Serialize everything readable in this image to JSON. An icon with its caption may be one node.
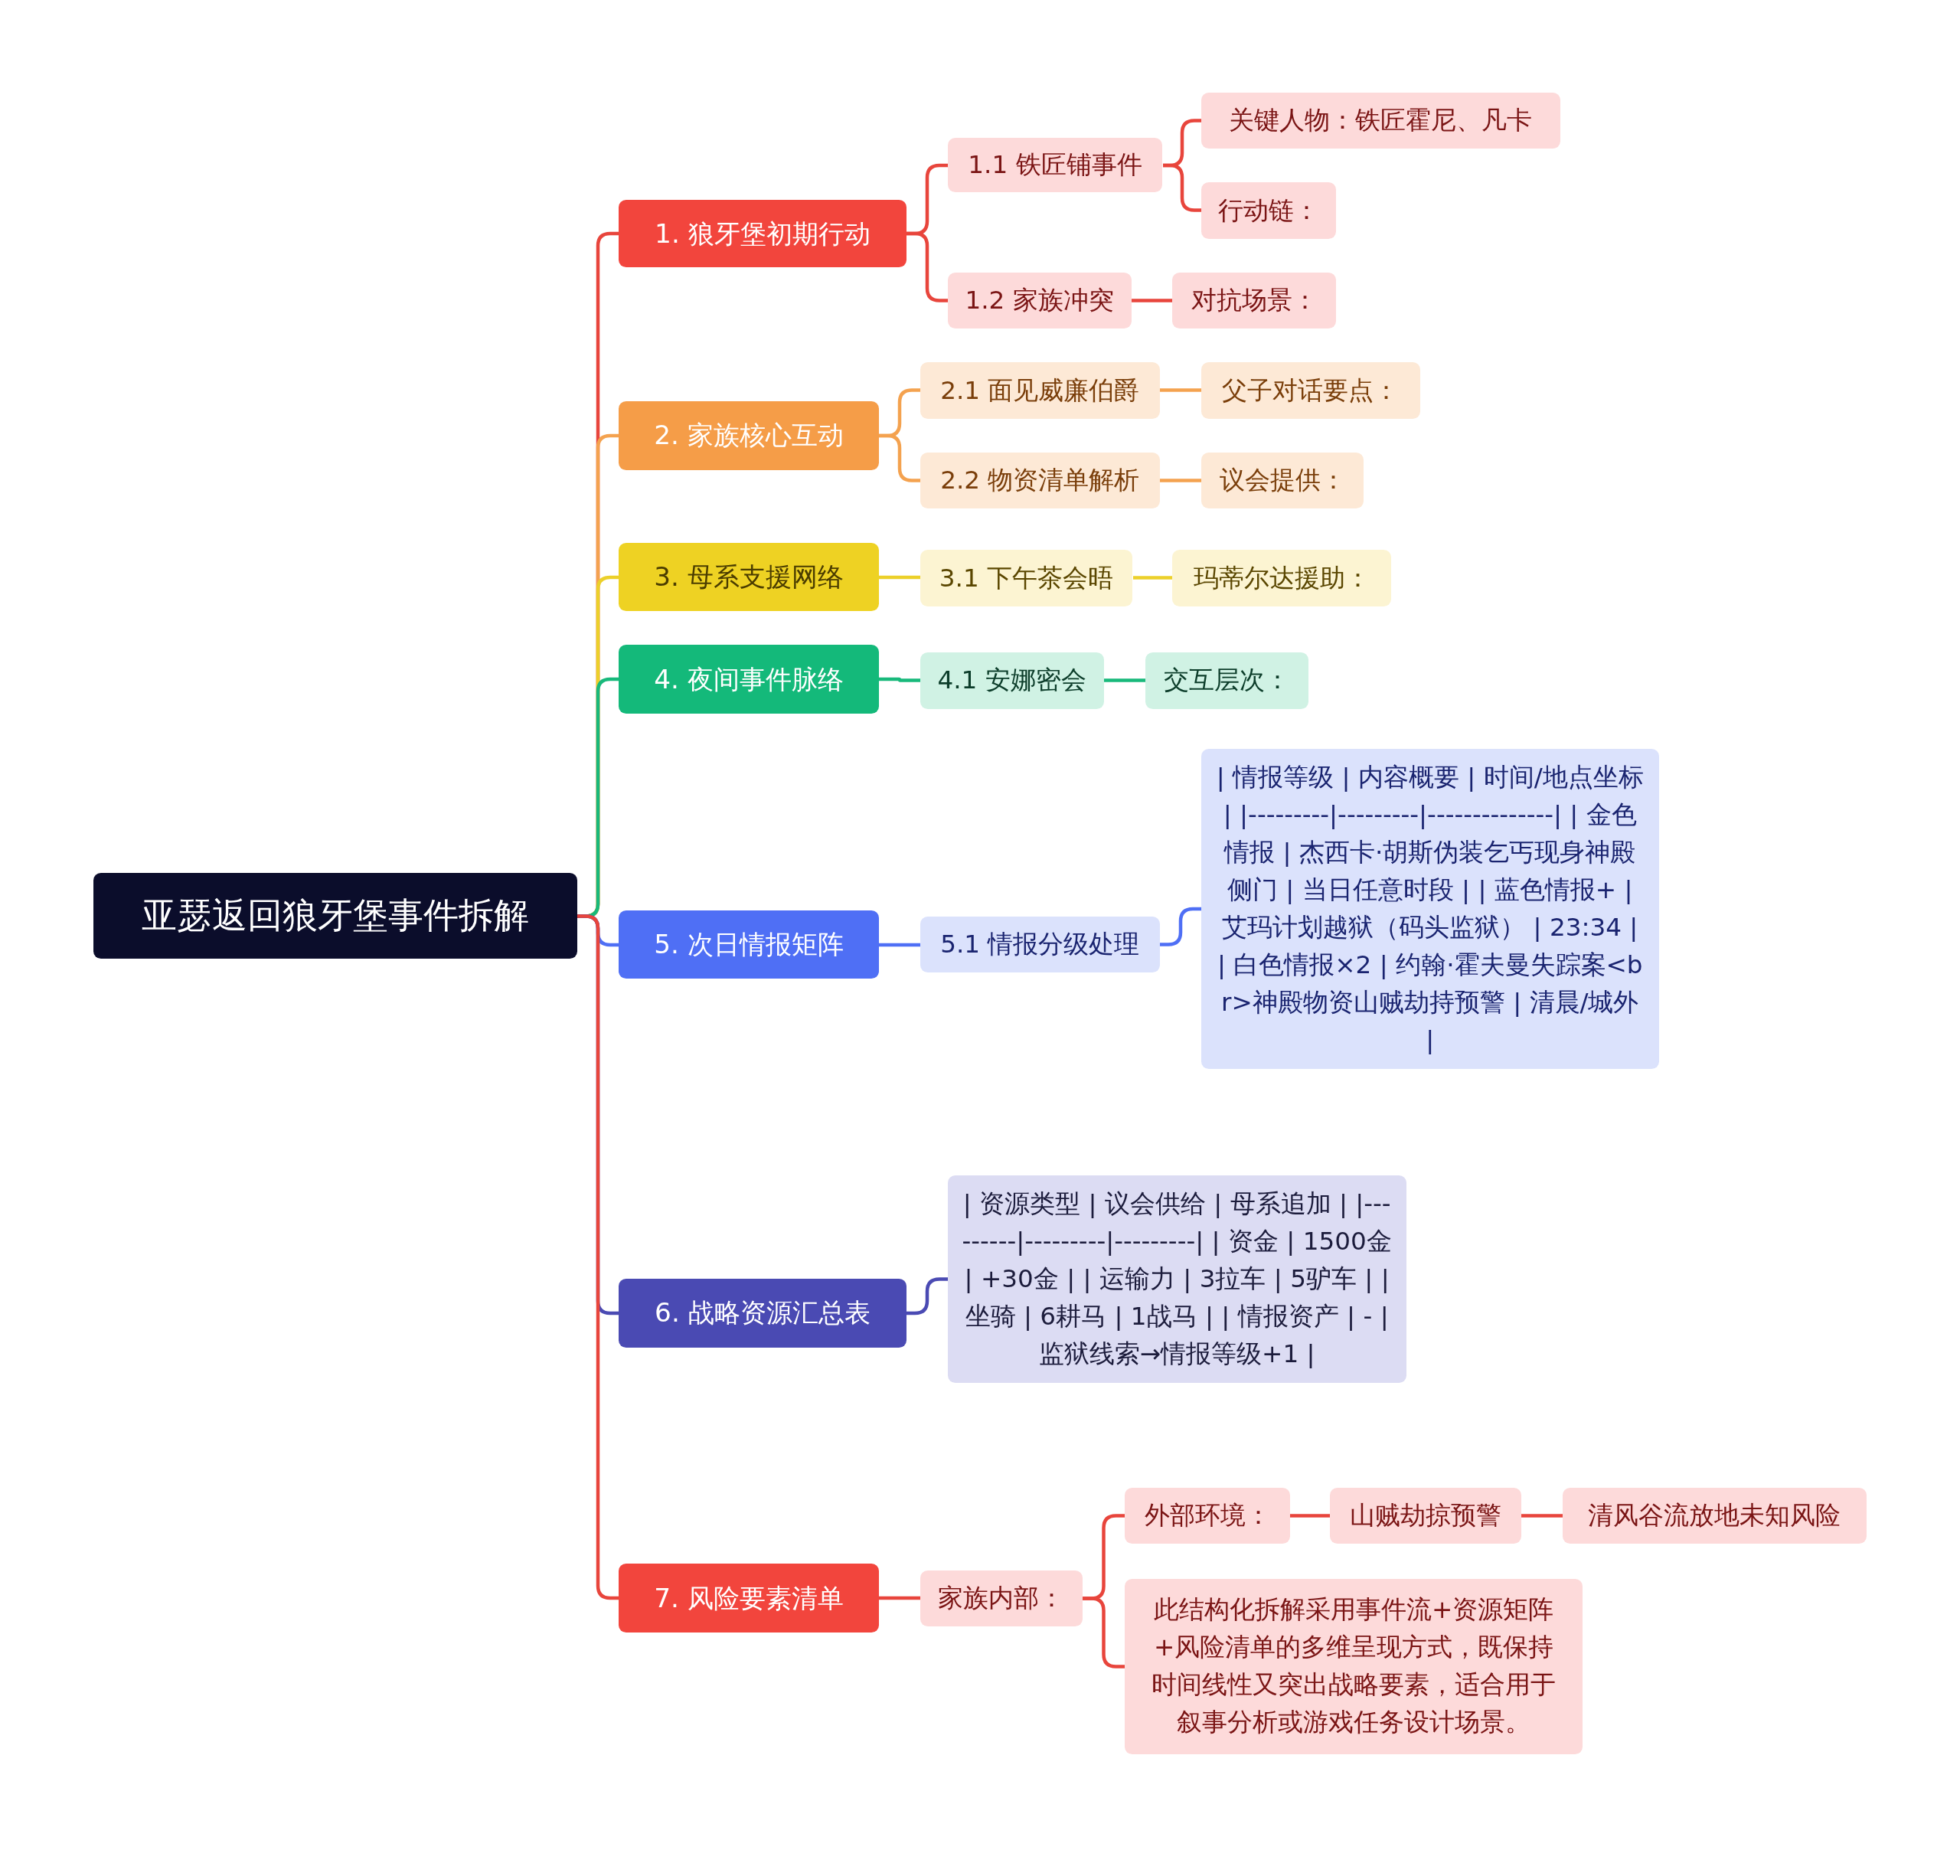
{
  "diagram": {
    "nodes": [
      {
        "text": [
          "亚瑟返回狼牙堡事件拆解"
        ]
      },
      {
        "text": [
          "1. 狼牙堡初期行动"
        ]
      },
      {
        "text": [
          "1.1 铁匠铺事件"
        ]
      },
      {
        "text": [
          "关键人物：铁匠霍尼、凡卡"
        ]
      },
      {
        "text": [
          "行动链："
        ]
      },
      {
        "text": [
          "1.2 家族冲突"
        ]
      },
      {
        "text": [
          "对抗场景："
        ]
      },
      {
        "text": [
          "2. 家族核心互动"
        ]
      },
      {
        "text": [
          "2.1 面见威廉伯爵"
        ]
      },
      {
        "text": [
          "父子对话要点："
        ]
      },
      {
        "text": [
          "2.2 物资清单解析"
        ]
      },
      {
        "text": [
          "议会提供："
        ]
      },
      {
        "text": [
          "3. 母系支援网络"
        ]
      },
      {
        "text": [
          "3.1 下午茶会晤"
        ]
      },
      {
        "text": [
          "玛蒂尔达援助："
        ]
      },
      {
        "text": [
          "4. 夜间事件脉络"
        ]
      },
      {
        "text": [
          "4.1 安娜密会"
        ]
      },
      {
        "text": [
          "交互层次："
        ]
      },
      {
        "text": [
          "5. 次日情报矩阵"
        ]
      },
      {
        "text": [
          "5.1 情报分级处理"
        ]
      },
      {
        "text": [
          "| 情报等级 | 内容概要 | 时间/地点坐标 | |---------|---------|--------------| | 金色情报 | 杰西卡·胡斯伪装乞丐现身神殿侧门 | 当日任意时段 | | 蓝色情报+ | 艾玛计划越狱（码头监狱） | 23:34 | | 白色情报×2 | 约翰·霍夫曼失踪案<br>神殿物资山贼劫持预警 | 清晨/城外 |"
        ]
      },
      {
        "text": [
          "6. 战略资源汇总表"
        ]
      },
      {
        "text": [
          "| 资源类型 | 议会供给 | 母系追加 | |---------|---------|---------| | 资金 | 1500金 | +30金 | | 运输力 | 3拉车 | 5驴车 | | 坐骑 | 6耕马 | 1战马 | | 情报资产 | - | 监狱线索→情报等级+1 |"
        ]
      },
      {
        "text": [
          "7. 风险要素清单"
        ]
      },
      {
        "text": [
          "家族内部："
        ]
      },
      {
        "text": [
          "外部环境："
        ]
      },
      {
        "text": [
          "山贼劫掠预警"
        ]
      },
      {
        "text": [
          "清风谷流放地未知风险"
        ]
      },
      {
        "text": [
          "此结构化拆解采用事件流+资源矩阵+风险清单的多维呈现方式，既保持时间线性又突出战略要素，适合用于叙事分析或游戏任务设计场景。"
        ]
      }
    ],
    "edges": [
      {
        "from": 0,
        "to": 1,
        "arrow": "none"
      },
      {
        "from": 1,
        "to": 2,
        "arrow": "none"
      },
      {
        "from": 2,
        "to": 3,
        "arrow": "none"
      },
      {
        "from": 2,
        "to": 4,
        "arrow": "none"
      },
      {
        "from": 1,
        "to": 5,
        "arrow": "none"
      },
      {
        "from": 5,
        "to": 6,
        "arrow": "none"
      },
      {
        "from": 0,
        "to": 7,
        "arrow": "none",
        "color": "#f4a24f"
      },
      {
        "from": 7,
        "to": 8,
        "arrow": "none",
        "color": "#f4a24f"
      },
      {
        "from": 8,
        "to": 9,
        "arrow": "none",
        "color": "#f4a24f"
      },
      {
        "from": 7,
        "to": 10,
        "arrow": "none",
        "color": "#f4a24f"
      },
      {
        "from": 10,
        "to": 11,
        "arrow": "none",
        "color": "#f4a24f"
      },
      {
        "from": 0,
        "to": 12,
        "arrow": "none",
        "color": "#ecd02a"
      },
      {
        "from": 12,
        "to": 13,
        "arrow": "none",
        "color": "#ecd02a"
      },
      {
        "from": 13,
        "to": 14,
        "arrow": "none",
        "color": "#ecd02a"
      },
      {
        "from": 0,
        "to": 15,
        "arrow": "none",
        "color": "#18b97b"
      },
      {
        "from": 15,
        "to": 16,
        "arrow": "none",
        "color": "#18b97b"
      },
      {
        "from": 16,
        "to": 17,
        "arrow": "none",
        "color": "#18b97b"
      },
      {
        "from": 0,
        "to": 18,
        "arrow": "none",
        "color": "#4f6ff5"
      },
      {
        "from": 18,
        "to": 19,
        "arrow": "none",
        "color": "#4f6ff5"
      },
      {
        "from": 19,
        "to": 20,
        "arrow": "none",
        "color": "#4f6ff5"
      },
      {
        "from": 0,
        "to": 21,
        "arrow": "none",
        "color": "#4a4ab3"
      },
      {
        "from": 21,
        "to": 22,
        "arrow": "none",
        "color": "#4a4ab3"
      },
      {
        "from": 0,
        "to": 23,
        "arrow": "none"
      },
      {
        "from": 23,
        "to": 24,
        "arrow": "none"
      },
      {
        "from": 24,
        "to": 25,
        "arrow": "none"
      },
      {
        "from": 25,
        "to": 26,
        "arrow": "none"
      },
      {
        "from": 26,
        "to": 27,
        "arrow": "none"
      },
      {
        "from": 24,
        "to": 28,
        "arrow": "none"
      }
    ]
  }
}
